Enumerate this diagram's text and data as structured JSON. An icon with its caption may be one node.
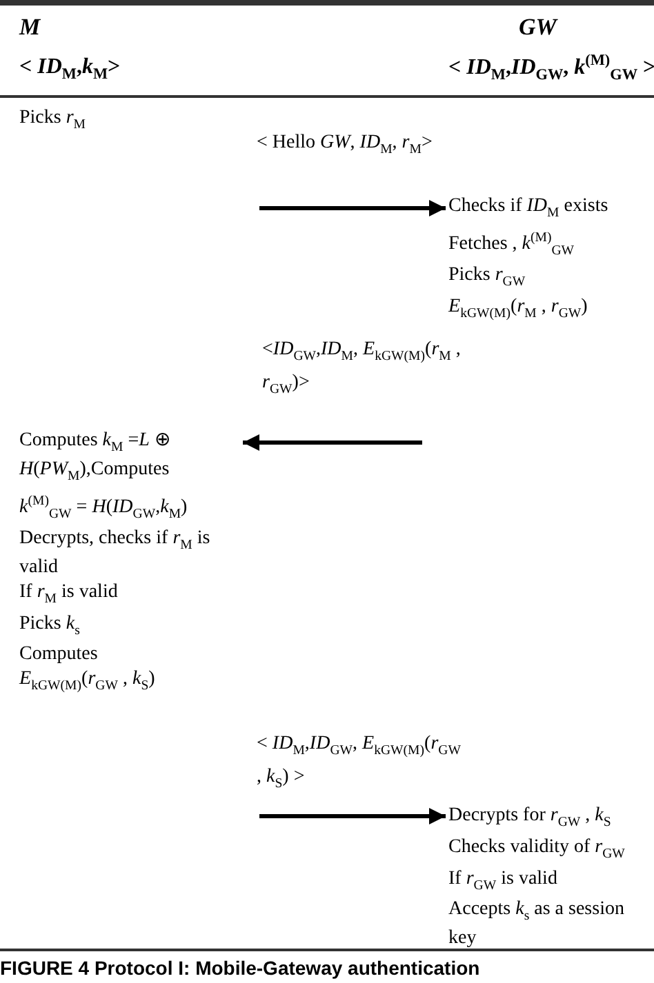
{
  "diagram": {
    "caption": "FIGURE 4 Protocol I: Mobile-Gateway authentication",
    "nodes": [
      {
        "text": [
          "Checks if *ID*$_{M}$ exists",
          "Fetches , *k*$^{(M)}$$_{GW}$",
          "Picks *r*$_{GW}$",
          "*E*$_{kGW(M)}$(*r*$_{M}$ , *r*$_{GW}$)"
        ]
      },
      {
        "text": [
          "Computes *k*$_{M}$ =*L* ⊕ *H*(*PW*$_{M}$),Computes",
          "*k*$^{(M)}$$_{GW}$ = *H*(*ID*$_{GW}$,*k*$_{M}$)",
          "Decrypts, checks if *r*$_{M}$ is valid",
          "If *r*$_{M}$ is valid",
          "Picks *k*$_{s}$",
          "Computes",
          "*E*$_{kGW(M)}$(*r*$_{GW}$ , *k*$_{S}$)"
        ]
      },
      {
        "text": [
          "Decrypts for *r*$_{GW}$ , *k*$_{S}$",
          "Checks validity of *r*$_{GW}$",
          "If *r*$_{GW}$ is valid",
          "Accepts *k*$_{s}$ as a session key"
        ]
      }
    ],
    "edges": [
      {
        "from": null,
        "to": 0,
        "arrow": "to",
        "label": "< Hello *GW*, *ID*$_{M}$, *r*$_{M}$>"
      },
      {
        "from": null,
        "to": 1,
        "arrow": "to",
        "label": "<*ID*$_{GW}$,*ID*$_{M}$, *E*$_{kGW(M)}$(*r*$_{M}$ , *r*$_{GW}$)>"
      },
      {
        "from": null,
        "to": 2,
        "arrow": "to",
        "label": "< *ID*$_{M}$,*ID*$_{GW}$, *E*$_{kGW(M)}$(*r*$_{GW}$ , *k*$_{S}$) >"
      }
    ],
    "labels": [
      "M",
      "GW",
      "< *ID*$_{M}$,*k*$_{M}$>",
      "< *ID*$_{M}$,*ID*$_{GW}$, *k*$^{(M)}$$_{GW}$ >",
      "Picks *r*$_{M}$"
    ]
  }
}
